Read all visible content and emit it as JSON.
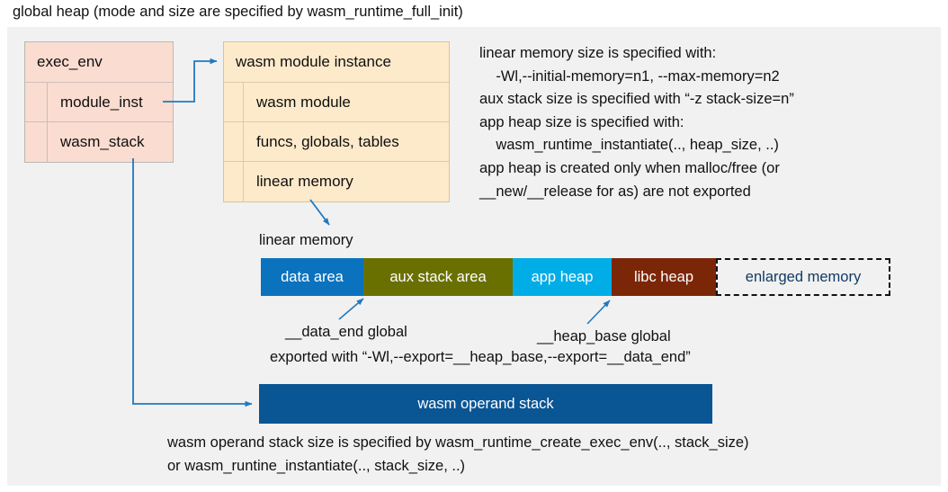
{
  "caption": "global heap (mode and size are specified by wasm_runtime_full_init)",
  "exec_env_box": {
    "title": "exec_env",
    "fields": [
      "module_inst",
      "wasm_stack"
    ]
  },
  "module_instance_box": {
    "title": "wasm module instance",
    "fields": [
      "wasm module",
      "funcs, globals, tables",
      "linear memory"
    ]
  },
  "notes": {
    "right_block": "linear memory size is specified with:\n    -Wl,--initial-memory=n1, --max-memory=n2\naux stack size is specified with “-z stack-size=n”\napp heap size is specified with:\n    wasm_runtime_instantiate(.., heap_size, ..)\napp heap is created only when malloc/free (or\n__new/__release for as) are not exported",
    "bottom_block": "wasm operand stack size is specified by wasm_runtime_create_exec_env(.., stack_size)\nor wasm_runtine_instantiate(.., stack_size, ..)"
  },
  "linear_memory": {
    "label": "linear memory",
    "segments": [
      {
        "label": "data area",
        "width": 114,
        "color": "#0b72bd",
        "dashed": false
      },
      {
        "label": "aux stack area",
        "width": 166,
        "color": "#6a7000",
        "dashed": false
      },
      {
        "label": "app heap",
        "width": 110,
        "color": "#00ade6",
        "dashed": false
      },
      {
        "label": "libc heap",
        "width": 116,
        "color": "#7c2608",
        "dashed": false
      },
      {
        "label": "enlarged memory",
        "width": 194,
        "color": "#f1f1f1",
        "dashed": true
      }
    ]
  },
  "operand_stack": {
    "label": "wasm operand stack",
    "color": "#0a5594"
  },
  "annotations": {
    "data_end": "__data_end global",
    "heap_base": "__heap_base global",
    "exported": "exported with “-Wl,--export=__heap_base,--export=__data_end”"
  },
  "colors": {
    "arrow": "#1f79c0",
    "panel_background": "#f1f1f1",
    "exec_env_fill": "#fadcd0",
    "module_instance_fill": "#fdeaca"
  }
}
